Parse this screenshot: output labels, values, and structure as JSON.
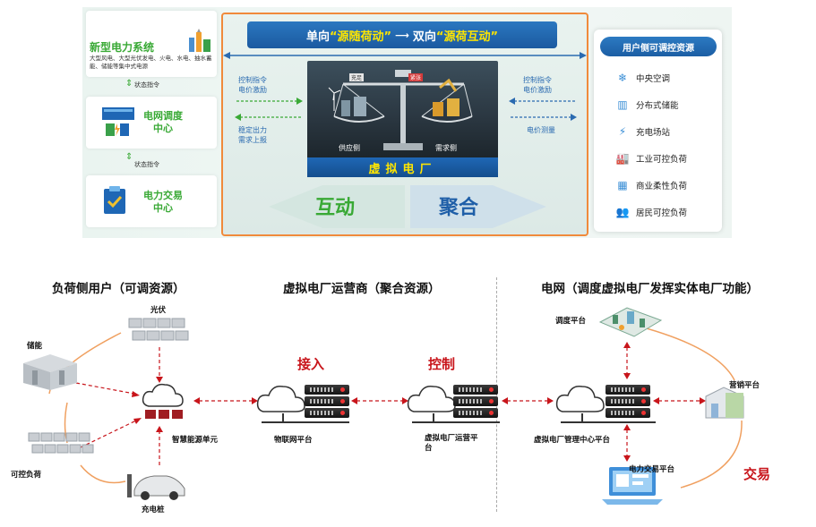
{
  "top": {
    "left": {
      "title": "新型电力系统",
      "desc": "大型风电、大型光伏发电、火电、水电、抽水蓄能、储能等集中式电源",
      "status_cmd_1": "状态指令",
      "dispatch_center": "电网调度\n中心",
      "status_cmd_2": "状态指令",
      "trade_center": "电力交易\n中心"
    },
    "center": {
      "banner_part1": "单向",
      "banner_quote1": "“源随荷动”",
      "banner_part2": "双向",
      "banner_quote2": "“源荷互动”",
      "left_text_top": "控制指令\n电价激励",
      "left_text_bottom": "稳定出力\n需求上报",
      "right_text_top": "控制指令\n电价激励",
      "right_text_bottom": "电价测量",
      "supply_side": "供应侧",
      "demand_side": "需求侧",
      "scale_left": "充足",
      "scale_right": "紧张",
      "vpp_title": "虚拟电厂",
      "interaction": "互动",
      "aggregation": "聚合"
    },
    "right": {
      "title": "用户侧可调控资源",
      "items": [
        {
          "label": "中央空调",
          "icon": "snowflake-icon"
        },
        {
          "label": "分布式储能",
          "icon": "battery-icon"
        },
        {
          "label": "充电场站",
          "icon": "charger-icon"
        },
        {
          "label": "工业可控负荷",
          "icon": "factory-icon"
        },
        {
          "label": "商业柔性负荷",
          "icon": "building-icon"
        },
        {
          "label": "居民可控负荷",
          "icon": "people-icon"
        }
      ]
    }
  },
  "bottom": {
    "headers": {
      "load_side": "负荷侧用户（可调资源）",
      "operator": "虚拟电厂运营商（聚合资源）",
      "grid": "电网（调度虚拟电厂发挥实体电厂功能）"
    },
    "labels": {
      "pv": "光伏",
      "storage": "储能",
      "controllable_load": "可控负荷",
      "charging_pile": "充电桩",
      "smart_unit": "智慧能源单元",
      "iot_platform": "物联网平台",
      "operator_platform": "虚拟电厂运营平\n台",
      "mgmt_center": "虚拟电厂管理中心平台",
      "dispatch_platform": "调度平台",
      "marketing_platform": "营销平台",
      "trade_platform": "电力交易平台"
    },
    "actions": {
      "access": "接入",
      "control": "控制",
      "trade": "交易"
    }
  }
}
